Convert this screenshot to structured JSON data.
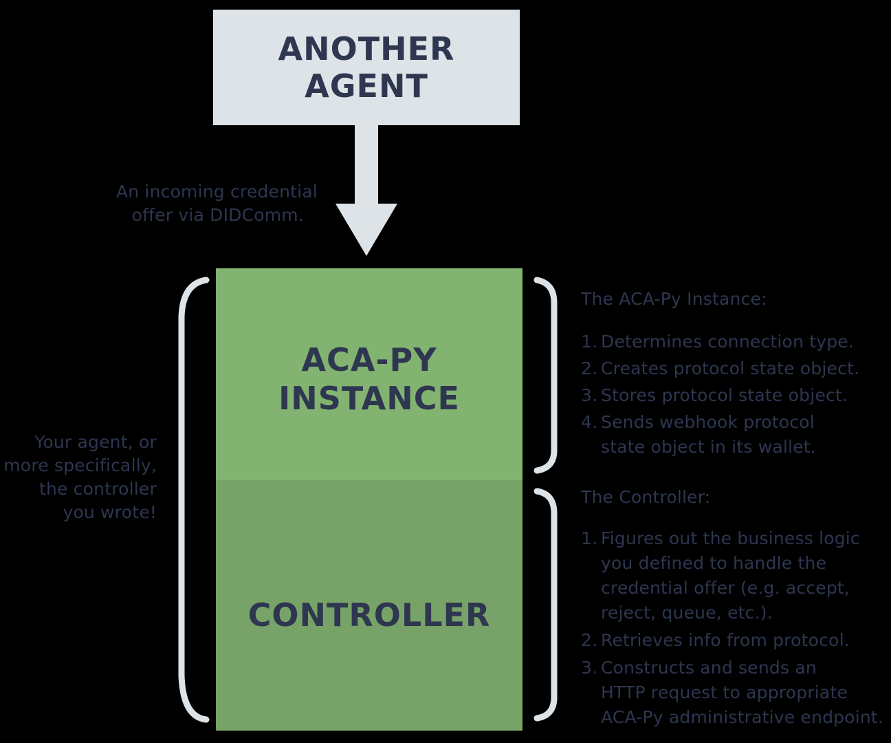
{
  "another_agent": {
    "line1": "ANOTHER",
    "line2": "AGENT"
  },
  "incoming": {
    "line1": "An incoming credential",
    "line2": "offer via DIDComm."
  },
  "acapy": {
    "line1": "ACA-PY",
    "line2": "INSTANCE"
  },
  "controller": {
    "label": "CONTROLLER"
  },
  "your_agent": {
    "line1": "Your agent, or",
    "line2": "more specifically,",
    "line3": "the controller",
    "line4": "you wrote!"
  },
  "acapy_notes": {
    "heading": "The ACA-Py Instance:",
    "steps": [
      {
        "num": "1.",
        "lines": [
          "Determines connection type."
        ]
      },
      {
        "num": "2.",
        "lines": [
          "Creates protocol state object."
        ]
      },
      {
        "num": "3.",
        "lines": [
          "Stores protocol state object."
        ]
      },
      {
        "num": "4.",
        "lines": [
          "Sends webhook protocol",
          "state object in its wallet."
        ]
      }
    ]
  },
  "controller_notes": {
    "heading": "The Controller:",
    "steps": [
      {
        "num": "1.",
        "lines": [
          "Figures out the business logic",
          "you defined to handle the",
          "credential offer (e.g. accept,",
          "reject, queue, etc.)."
        ]
      },
      {
        "num": "2.",
        "lines": [
          "Retrieves info from protocol."
        ]
      },
      {
        "num": "3.",
        "lines": [
          "Constructs and sends an",
          "HTTP request to appropriate",
          "ACA-Py administrative endpoint."
        ]
      }
    ]
  },
  "colors": {
    "background": "#000000",
    "agent_box": "#dde3e6",
    "acapy_box": "#82b371",
    "controller_box": "#78a368",
    "text": "#2e3650",
    "arrow": "#dde3e6",
    "bracket": "#dde3e6"
  }
}
